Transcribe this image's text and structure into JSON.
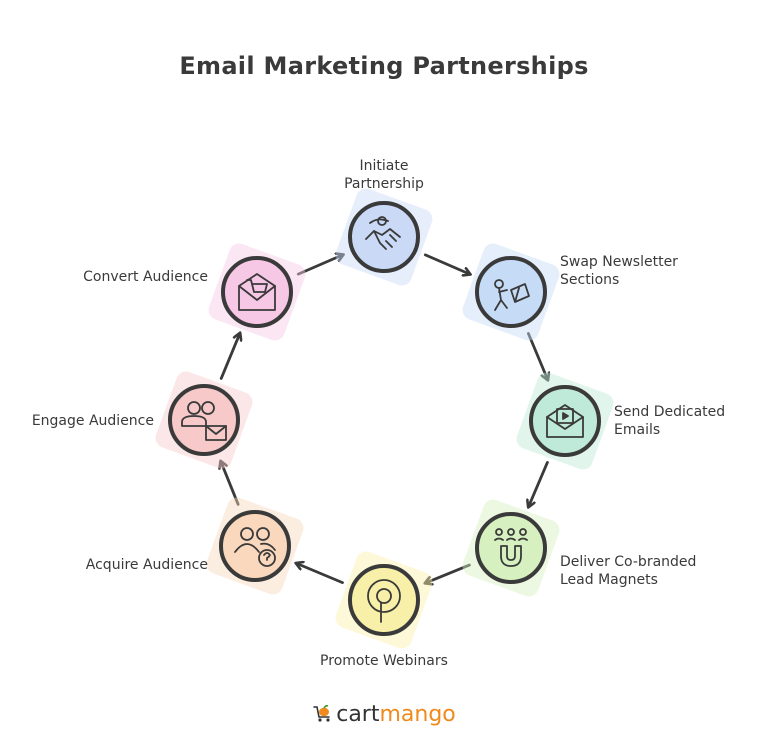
{
  "title": "Email Marketing Partnerships",
  "steps": [
    {
      "id": "initiate",
      "lines": [
        "Initiate",
        "Partnership"
      ],
      "icon": "handshake-icon",
      "fill": "#c9d9f6"
    },
    {
      "id": "swap",
      "lines": [
        "Swap Newsletter",
        "Sections"
      ],
      "icon": "newsletter-swap-icon",
      "fill": "#c6dcf6"
    },
    {
      "id": "send",
      "lines": [
        "Send Dedicated",
        "Emails"
      ],
      "icon": "video-email-icon",
      "fill": "#bfe9d8"
    },
    {
      "id": "deliver",
      "lines": [
        "Deliver Co-branded",
        "Lead Magnets"
      ],
      "icon": "magnet-icon",
      "fill": "#d6f0bf"
    },
    {
      "id": "webinars",
      "lines": [
        "Promote Webinars"
      ],
      "icon": "pin-icon",
      "fill": "#f8f0a8"
    },
    {
      "id": "acquire",
      "lines": [
        "Acquire Audience"
      ],
      "icon": "audience-question-icon",
      "fill": "#f9d8bd"
    },
    {
      "id": "engage",
      "lines": [
        "Engage Audience"
      ],
      "icon": "audience-mail-icon",
      "fill": "#f7c9c9"
    },
    {
      "id": "convert",
      "lines": [
        "Convert Audience"
      ],
      "icon": "cart-email-icon",
      "fill": "#f7c7e6"
    }
  ],
  "logo": {
    "part1": "cart",
    "part2": "mango",
    "icon": "cart-mango-logo-icon",
    "accent": "#f08a1c"
  }
}
